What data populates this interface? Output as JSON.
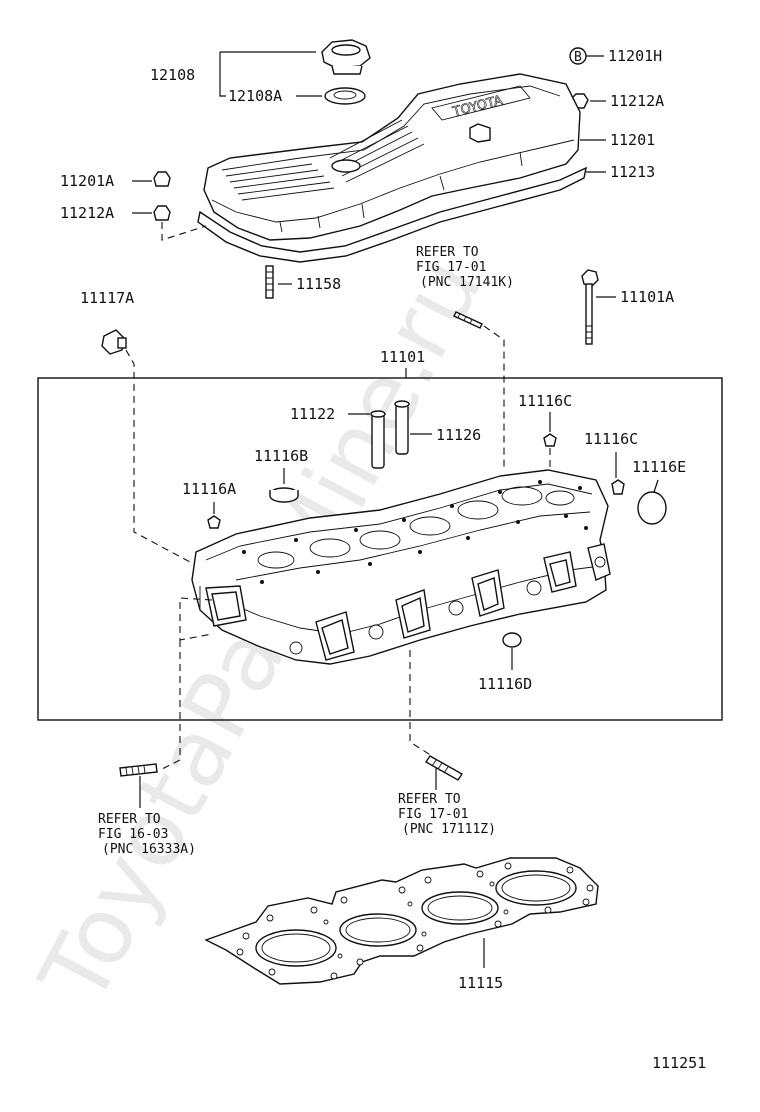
{
  "watermark": "ToyotaPartMine.ru",
  "figure_number": "111251",
  "labels": {
    "l12108": "12108",
    "l12108A": "12108A",
    "l11201H": "11201H",
    "lB": "B",
    "l11212A_top": "11212A",
    "l11201": "11201",
    "l11213": "11213",
    "l11201A": "11201A",
    "l11212A_left": "11212A",
    "l11158": "11158",
    "l11101A": "11101A",
    "l11117A": "11117A",
    "l11101": "11101",
    "l11122": "11122",
    "l11126": "11126",
    "l11116C_a": "11116C",
    "l11116C_b": "11116C",
    "l11116B": "11116B",
    "l11116E": "11116E",
    "l11116A": "11116A",
    "l11116D": "11116D",
    "l11115": "11115"
  },
  "refs": {
    "ref1": [
      "REFER TO",
      "FIG 17-01",
      "(PNC 17141K)"
    ],
    "ref2": [
      "REFER TO",
      "FIG 16-03",
      "(PNC 16333A)"
    ],
    "ref3": [
      "REFER TO",
      "FIG 17-01",
      "(PNC 17111Z)"
    ]
  }
}
